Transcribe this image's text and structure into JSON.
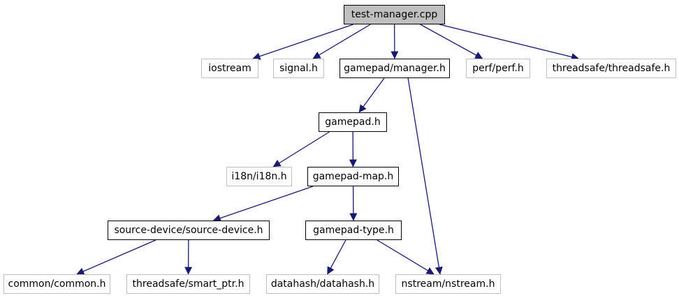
{
  "graph": {
    "edge_color": "#191970",
    "root_fill": "#bfbfbf",
    "external_border": "#bfbfbf",
    "nodes": {
      "root": "test-manager.cpp",
      "iostream": "iostream",
      "signal": "signal.h",
      "manager": "gamepad/manager.h",
      "perf": "perf/perf.h",
      "threadsafe": "threadsafe/threadsafe.h",
      "gamepad": "gamepad.h",
      "i18n": "i18n/i18n.h",
      "gamepad_map": "gamepad-map.h",
      "source_device": "source-device/source-device.h",
      "gamepad_type": "gamepad-type.h",
      "common": "common/common.h",
      "smart_ptr": "threadsafe/smart_ptr.h",
      "datahash": "datahash/datahash.h",
      "nstream": "nstream/nstream.h"
    },
    "edges": [
      [
        "root",
        "iostream"
      ],
      [
        "root",
        "signal"
      ],
      [
        "root",
        "manager"
      ],
      [
        "root",
        "perf"
      ],
      [
        "root",
        "threadsafe"
      ],
      [
        "manager",
        "gamepad"
      ],
      [
        "manager",
        "nstream"
      ],
      [
        "gamepad",
        "i18n"
      ],
      [
        "gamepad",
        "gamepad_map"
      ],
      [
        "gamepad_map",
        "source_device"
      ],
      [
        "gamepad_map",
        "gamepad_type"
      ],
      [
        "source_device",
        "common"
      ],
      [
        "source_device",
        "smart_ptr"
      ],
      [
        "gamepad_type",
        "datahash"
      ],
      [
        "gamepad_type",
        "nstream"
      ]
    ]
  }
}
